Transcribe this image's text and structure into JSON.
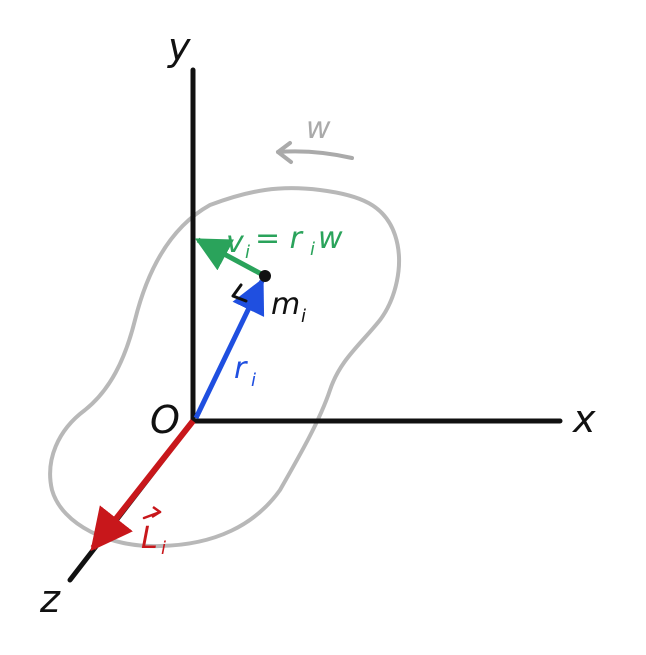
{
  "axes": {
    "y_label": "y",
    "x_label": "x",
    "z_label": "z",
    "origin_label": "O"
  },
  "rotation": {
    "omega_label": "w"
  },
  "particle": {
    "mass_main": "m",
    "mass_sub": "i"
  },
  "vectors": {
    "velocity_main_v": "v",
    "velocity_sub_i": "i",
    "velocity_eq": "= r",
    "velocity_sub_i2": "i",
    "velocity_w": "w",
    "radius_main": "r",
    "radius_sub": "i",
    "angular_momentum_main": "L",
    "angular_momentum_sub": "i"
  },
  "colors": {
    "axes": "#111111",
    "body_outline": "#b8b8b8",
    "velocity": "#2aa35b",
    "radius": "#1f4fe0",
    "angular_momentum": "#c8171b",
    "omega": "#aaaaaa"
  }
}
